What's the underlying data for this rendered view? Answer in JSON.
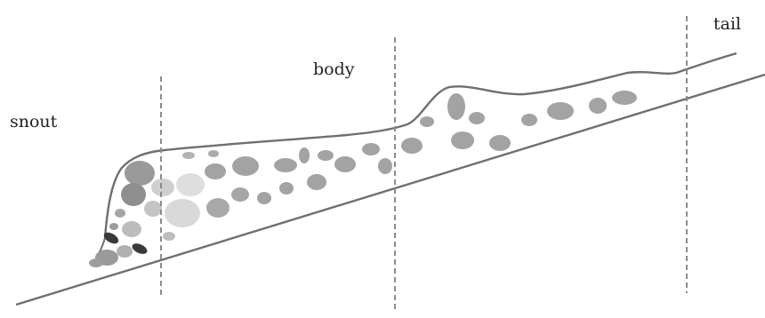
{
  "labels": {
    "snout": "snout",
    "body": "body",
    "tail": "tail"
  },
  "colors": {
    "outline": "#6f6f6f",
    "divider": "#8c8c8c",
    "spot": "#a3a3a3",
    "spot_light": "#cfcfcf",
    "spot_mid": "#8e8e8e",
    "spot_dark": "#3a3a3a",
    "text": "#222222"
  }
}
